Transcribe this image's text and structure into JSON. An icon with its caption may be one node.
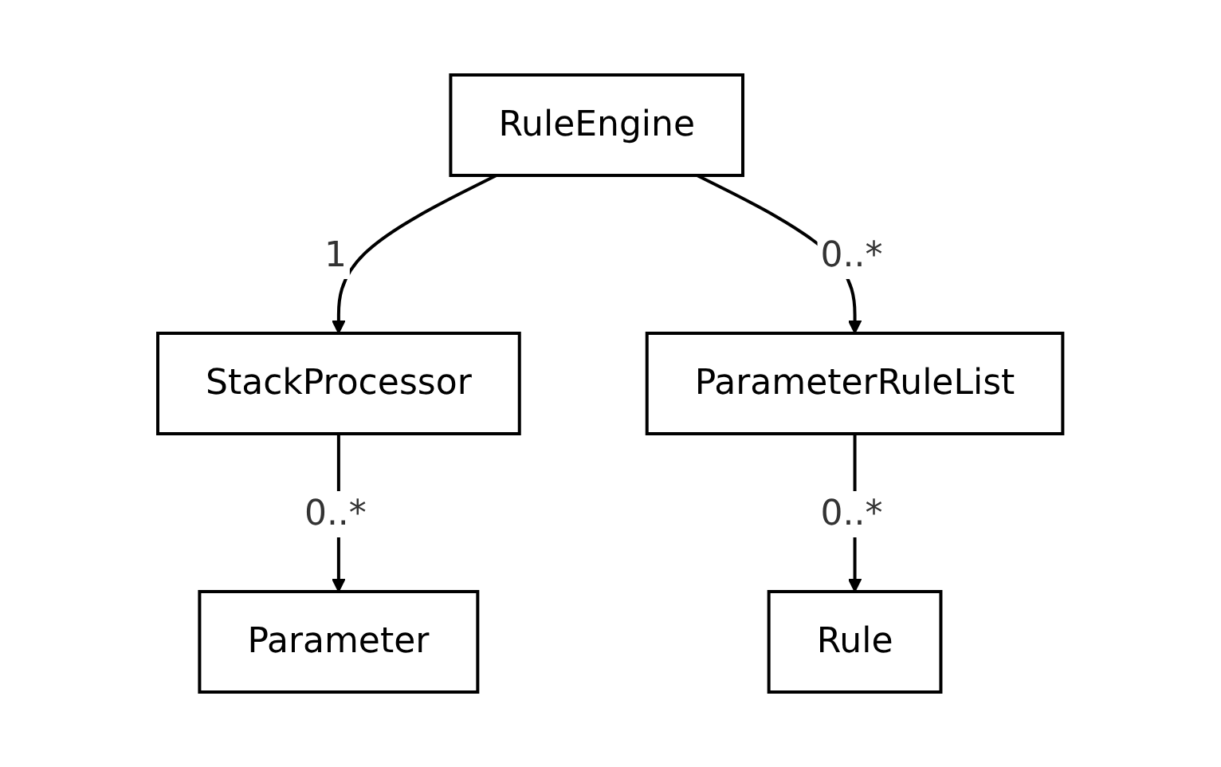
{
  "diagram": {
    "nodes": [
      {
        "text": [
          "RuleEngine"
        ]
      },
      {
        "text": [
          "StackProcessor"
        ]
      },
      {
        "text": [
          "ParameterRuleList"
        ]
      },
      {
        "text": [
          "Parameter"
        ]
      },
      {
        "text": [
          "Rule"
        ]
      }
    ],
    "edges": [
      {
        "from": 0,
        "to": 1,
        "arrow": "to",
        "label": "1"
      },
      {
        "from": 0,
        "to": 2,
        "arrow": "to",
        "label": "0..*"
      },
      {
        "from": 1,
        "to": 3,
        "arrow": "to",
        "label": "0..*"
      },
      {
        "from": 2,
        "to": 4,
        "arrow": "to",
        "label": "0..*"
      }
    ]
  }
}
